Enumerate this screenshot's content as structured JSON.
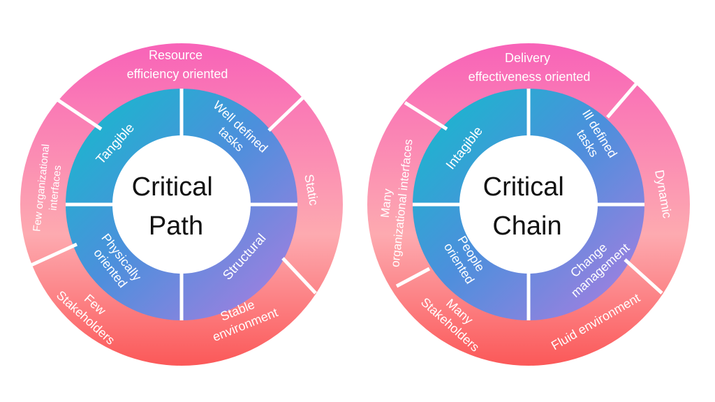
{
  "colors": {
    "outer_top": "#f862b8",
    "outer_bottom": "#fb5a5a",
    "inner_teal": "#1cb4cf",
    "inner_blue": "#4a8fdc",
    "inner_purple": "#9b82e0",
    "divider": "#ffffff",
    "center_fill": "#ffffff",
    "center_text": "#111111"
  },
  "diagrams": [
    {
      "center": [
        "Critical",
        "Path"
      ],
      "inner": {
        "top_left": [
          "Tangible"
        ],
        "top_right": [
          "Well defined",
          "tasks"
        ],
        "bottom_left": [
          "Physically",
          "oriented"
        ],
        "bottom_right": [
          "Structural"
        ]
      },
      "outer": {
        "top": [
          "Resource",
          "efficiency oriented"
        ],
        "right": [
          "Static"
        ],
        "bottom_right": [
          "Stable",
          "environment"
        ],
        "bottom_left": [
          "Few",
          "Stakeholders"
        ],
        "left": [
          "Few organizational",
          "interfaces"
        ]
      }
    },
    {
      "center": [
        "Critical",
        "Chain"
      ],
      "inner": {
        "top_left": [
          "Intagible"
        ],
        "top_right": [
          "Ill defined",
          "tasks"
        ],
        "bottom_left": [
          "People",
          "oriented"
        ],
        "bottom_right": [
          "Change",
          "management"
        ]
      },
      "outer": {
        "top": [
          "Delivery",
          "effectiveness oriented"
        ],
        "right": [
          "Dynamic"
        ],
        "bottom_right": [
          "Fluid environment"
        ],
        "bottom_left": [
          "Many",
          "Stakeholders"
        ],
        "left": [
          "Many",
          "organizational interfaces"
        ]
      }
    }
  ]
}
